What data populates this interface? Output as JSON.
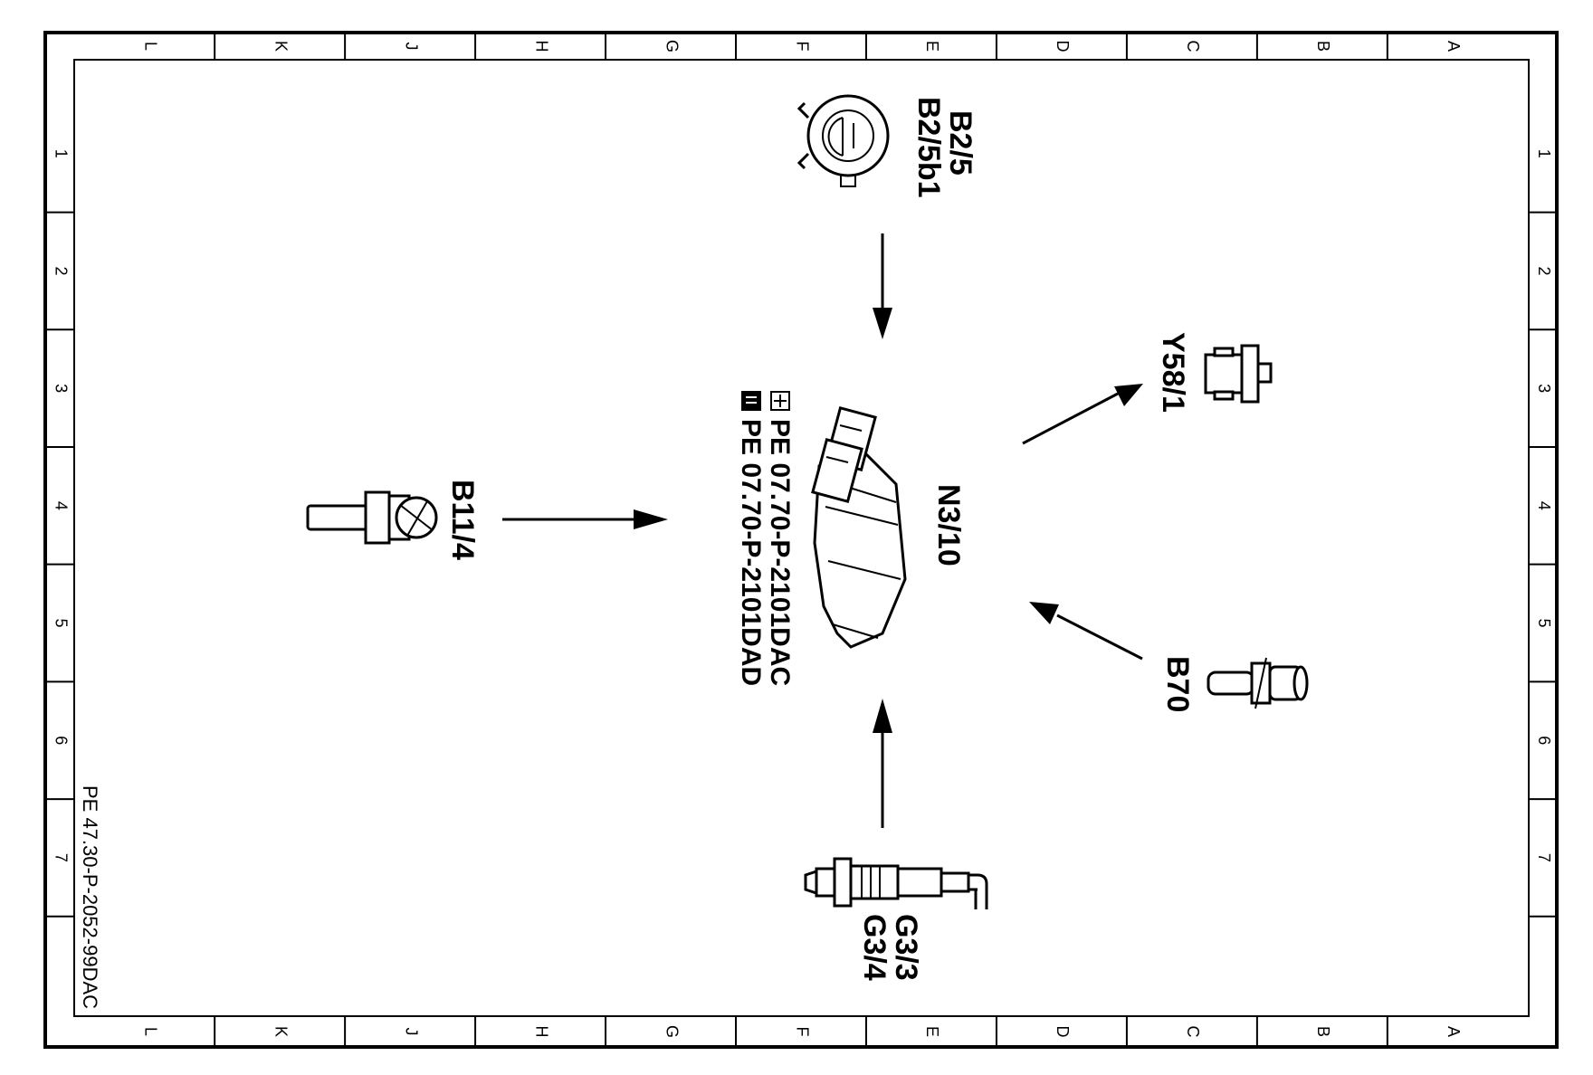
{
  "frame": {
    "column_letters": [
      "L",
      "K",
      "J",
      "H",
      "G",
      "F",
      "E",
      "D",
      "C",
      "B",
      "A"
    ],
    "row_numbers": [
      "1",
      "2",
      "3",
      "4",
      "5",
      "6",
      "7"
    ]
  },
  "components": {
    "ecu": {
      "label": "N3/10",
      "refs": [
        "PE 07.70-P-2101DAC",
        "PE 07.70-P-2101DAD"
      ],
      "ref_icons": [
        "hand-pointer-icon",
        "book-icon"
      ]
    },
    "camshaft_sensor": {
      "labels": [
        "B2/5",
        "B2/5b1"
      ]
    },
    "air_pump_valve": {
      "label": "Y58/1"
    },
    "speed_sensor": {
      "label": "B11/4"
    },
    "crankshaft_sensor": {
      "label": "B70"
    },
    "oxygen_sensor": {
      "labels": [
        "G3/3",
        "G3/4"
      ]
    }
  },
  "document_number": "PE 47.30-P-2052-99DAC"
}
